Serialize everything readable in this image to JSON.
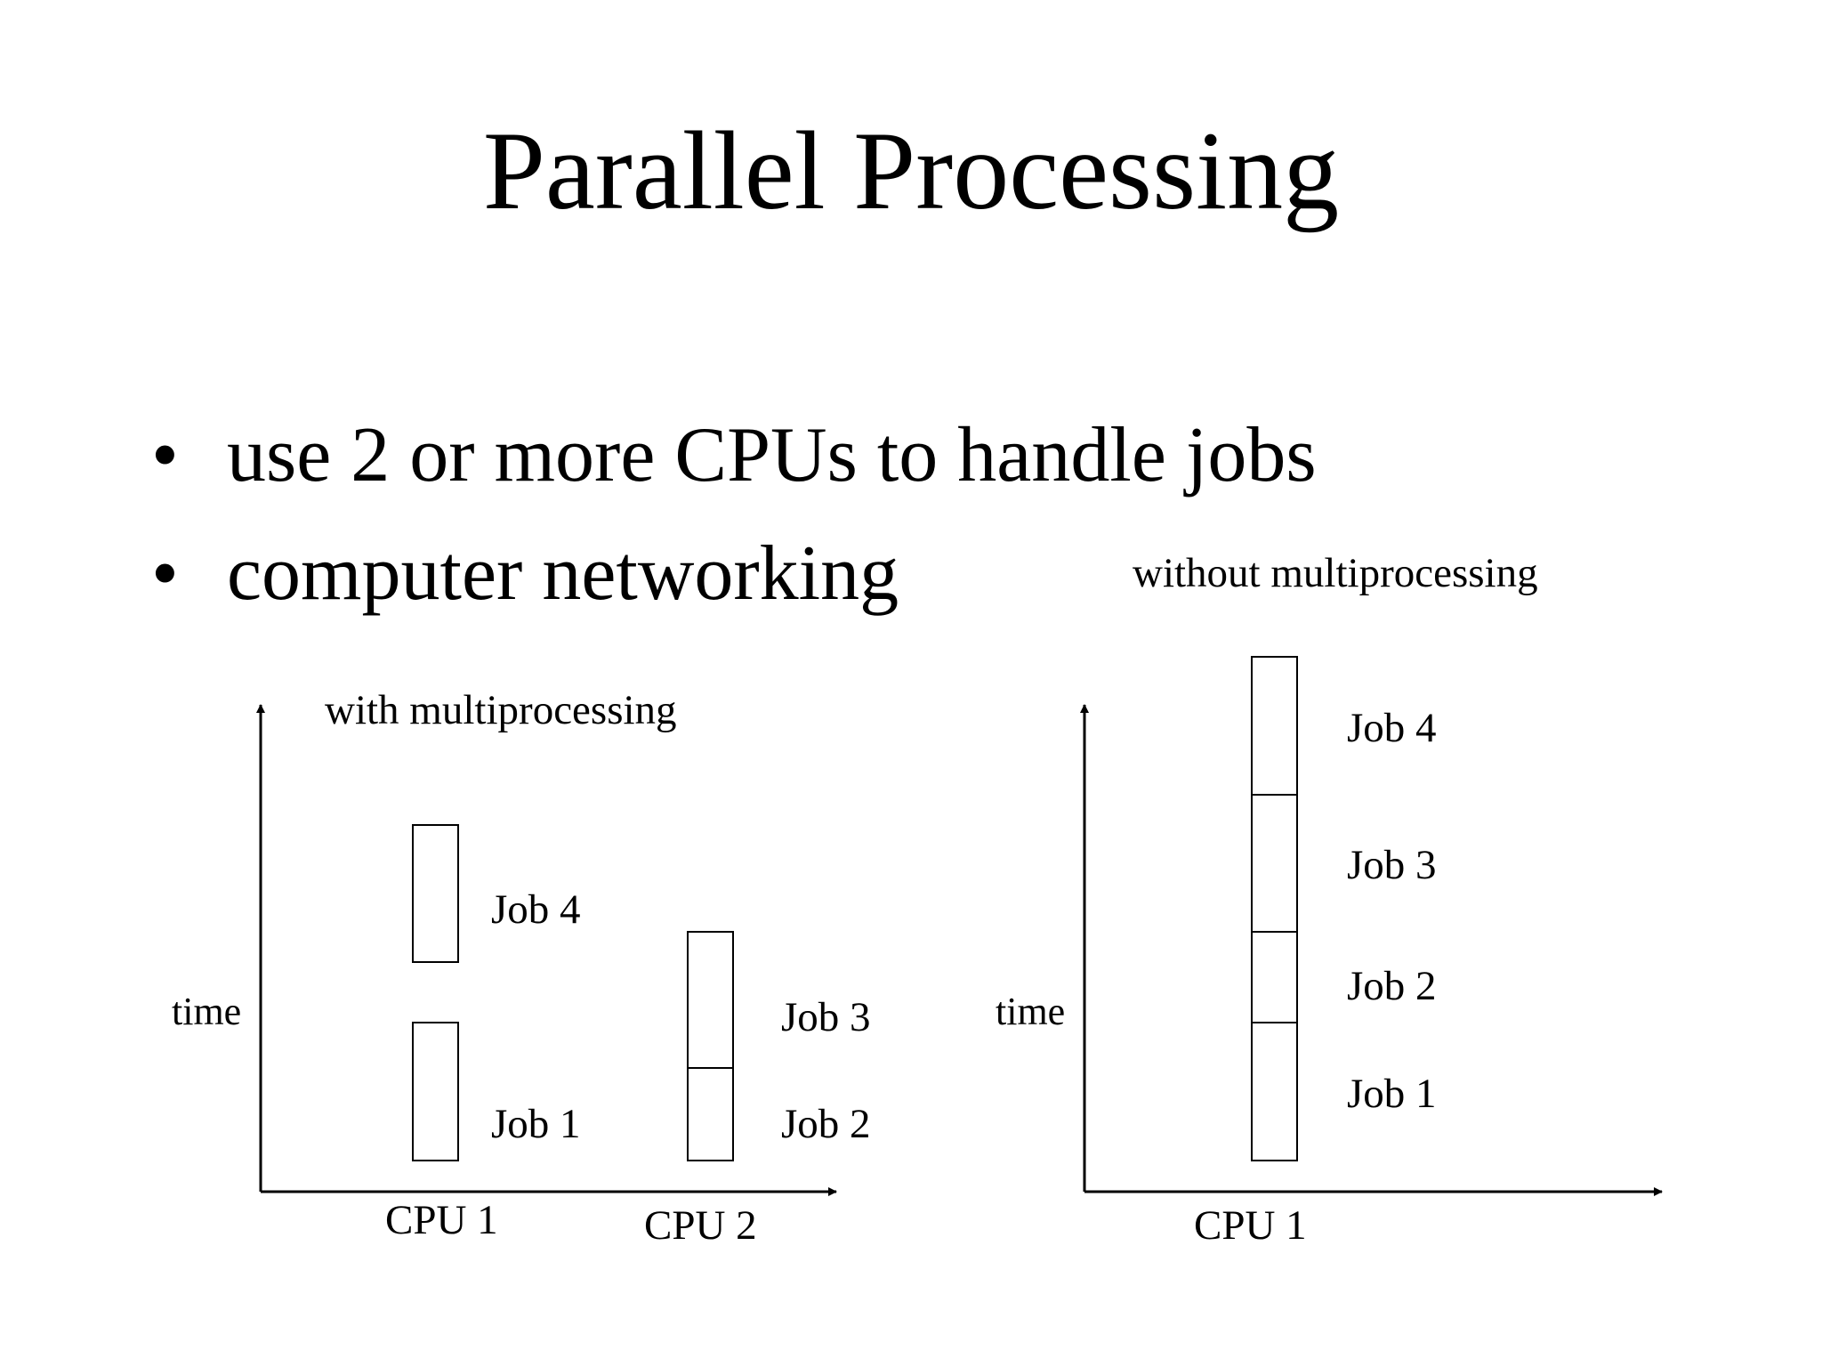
{
  "slide": {
    "title": "Parallel Processing",
    "bullet_char": "•",
    "bullets": [
      "use 2 or more CPUs to handle jobs",
      "computer networking"
    ]
  },
  "with_multiprocessing": {
    "caption": "with multiprocessing",
    "y_axis_label": "time",
    "cpu_labels": [
      "CPU 1",
      "CPU 2"
    ],
    "job_labels": [
      "Job 1",
      "Job 2",
      "Job 3",
      "Job 4"
    ]
  },
  "without_multiprocessing": {
    "caption": "without multiprocessing",
    "y_axis_label": "time",
    "cpu_labels": [
      "CPU 1"
    ],
    "job_labels": [
      "Job 1",
      "Job 2",
      "Job 3",
      "Job 4"
    ]
  }
}
